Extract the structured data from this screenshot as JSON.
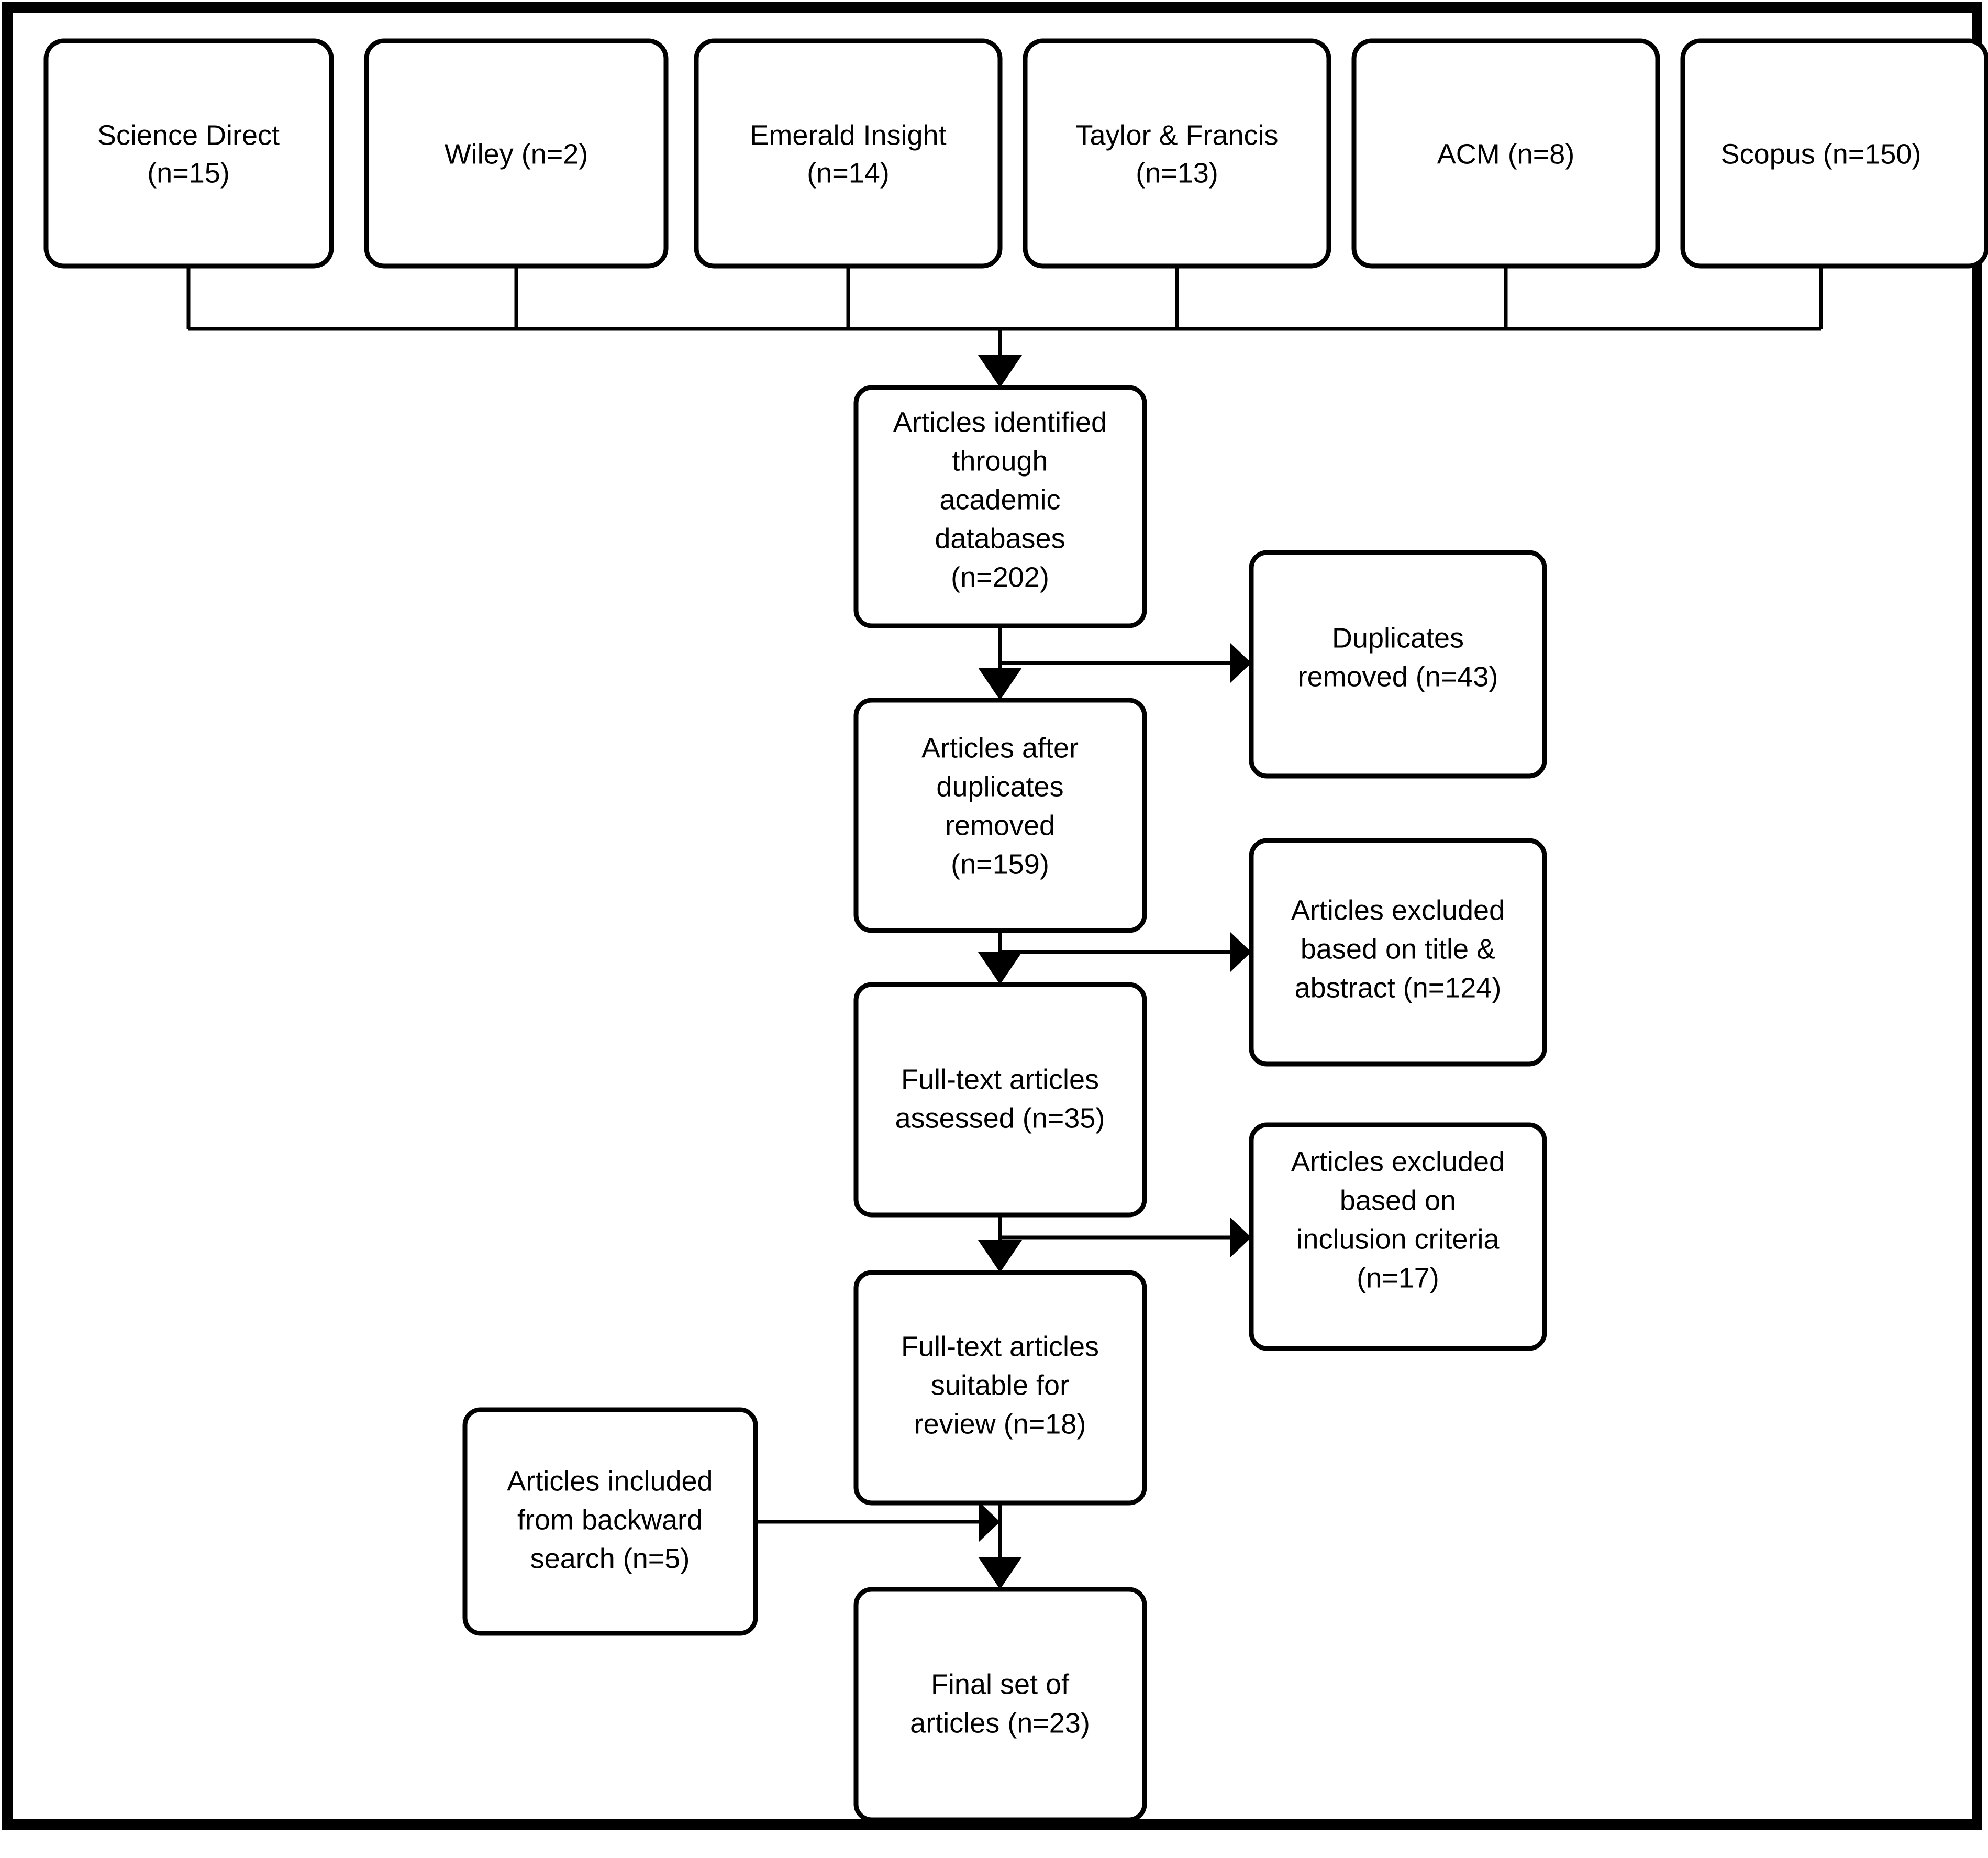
{
  "diagram": {
    "title": "PRISMA article selection flow diagram",
    "type": "flowchart",
    "colors": {
      "background": "#ffffff",
      "box_fill": "#ffffff",
      "stroke": "#000000",
      "text": "#000000"
    },
    "sources": [
      {
        "id": "science-direct",
        "lines": [
          "Science Direct",
          "(n=15)"
        ],
        "n": 15
      },
      {
        "id": "wiley",
        "lines": [
          "Wiley (n=2)"
        ],
        "n": 2
      },
      {
        "id": "emerald-insight",
        "lines": [
          "Emerald Insight",
          "(n=14)"
        ],
        "n": 14
      },
      {
        "id": "taylor-francis",
        "lines": [
          "Taylor & Francis",
          "(n=13)"
        ],
        "n": 13
      },
      {
        "id": "acm",
        "lines": [
          "ACM (n=8)"
        ],
        "n": 8
      },
      {
        "id": "scopus",
        "lines": [
          "Scopus (n=150)"
        ],
        "n": 150
      }
    ],
    "main_steps": [
      {
        "id": "identified",
        "lines": [
          "Articles identified",
          "through",
          "academic",
          "databases",
          "(n=202)"
        ],
        "n": 202
      },
      {
        "id": "after-duplicates",
        "lines": [
          "Articles after",
          "duplicates",
          "removed",
          "(n=159)"
        ],
        "n": 159
      },
      {
        "id": "fulltext-assessed",
        "lines": [
          "Full-text articles",
          "assessed (n=35)"
        ],
        "n": 35
      },
      {
        "id": "fulltext-suitable",
        "lines": [
          "Full-text articles",
          "suitable for",
          "review (n=18)"
        ],
        "n": 18
      },
      {
        "id": "final-set",
        "lines": [
          "Final set of",
          "articles (n=23)"
        ],
        "n": 23
      }
    ],
    "exclusions": [
      {
        "id": "duplicates-removed",
        "lines": [
          "Duplicates",
          "removed (n=43)"
        ],
        "n": 43
      },
      {
        "id": "excluded-title-abstract",
        "lines": [
          "Articles excluded",
          "based on title &",
          "abstract (n=124)"
        ],
        "n": 124
      },
      {
        "id": "excluded-inclusion-criteria",
        "lines": [
          "Articles excluded",
          "based on",
          "inclusion criteria",
          "(n=17)"
        ],
        "n": 17
      }
    ],
    "additions": [
      {
        "id": "backward-search",
        "lines": [
          "Articles included",
          "from backward",
          "search (n=5)"
        ],
        "n": 5
      }
    ]
  }
}
